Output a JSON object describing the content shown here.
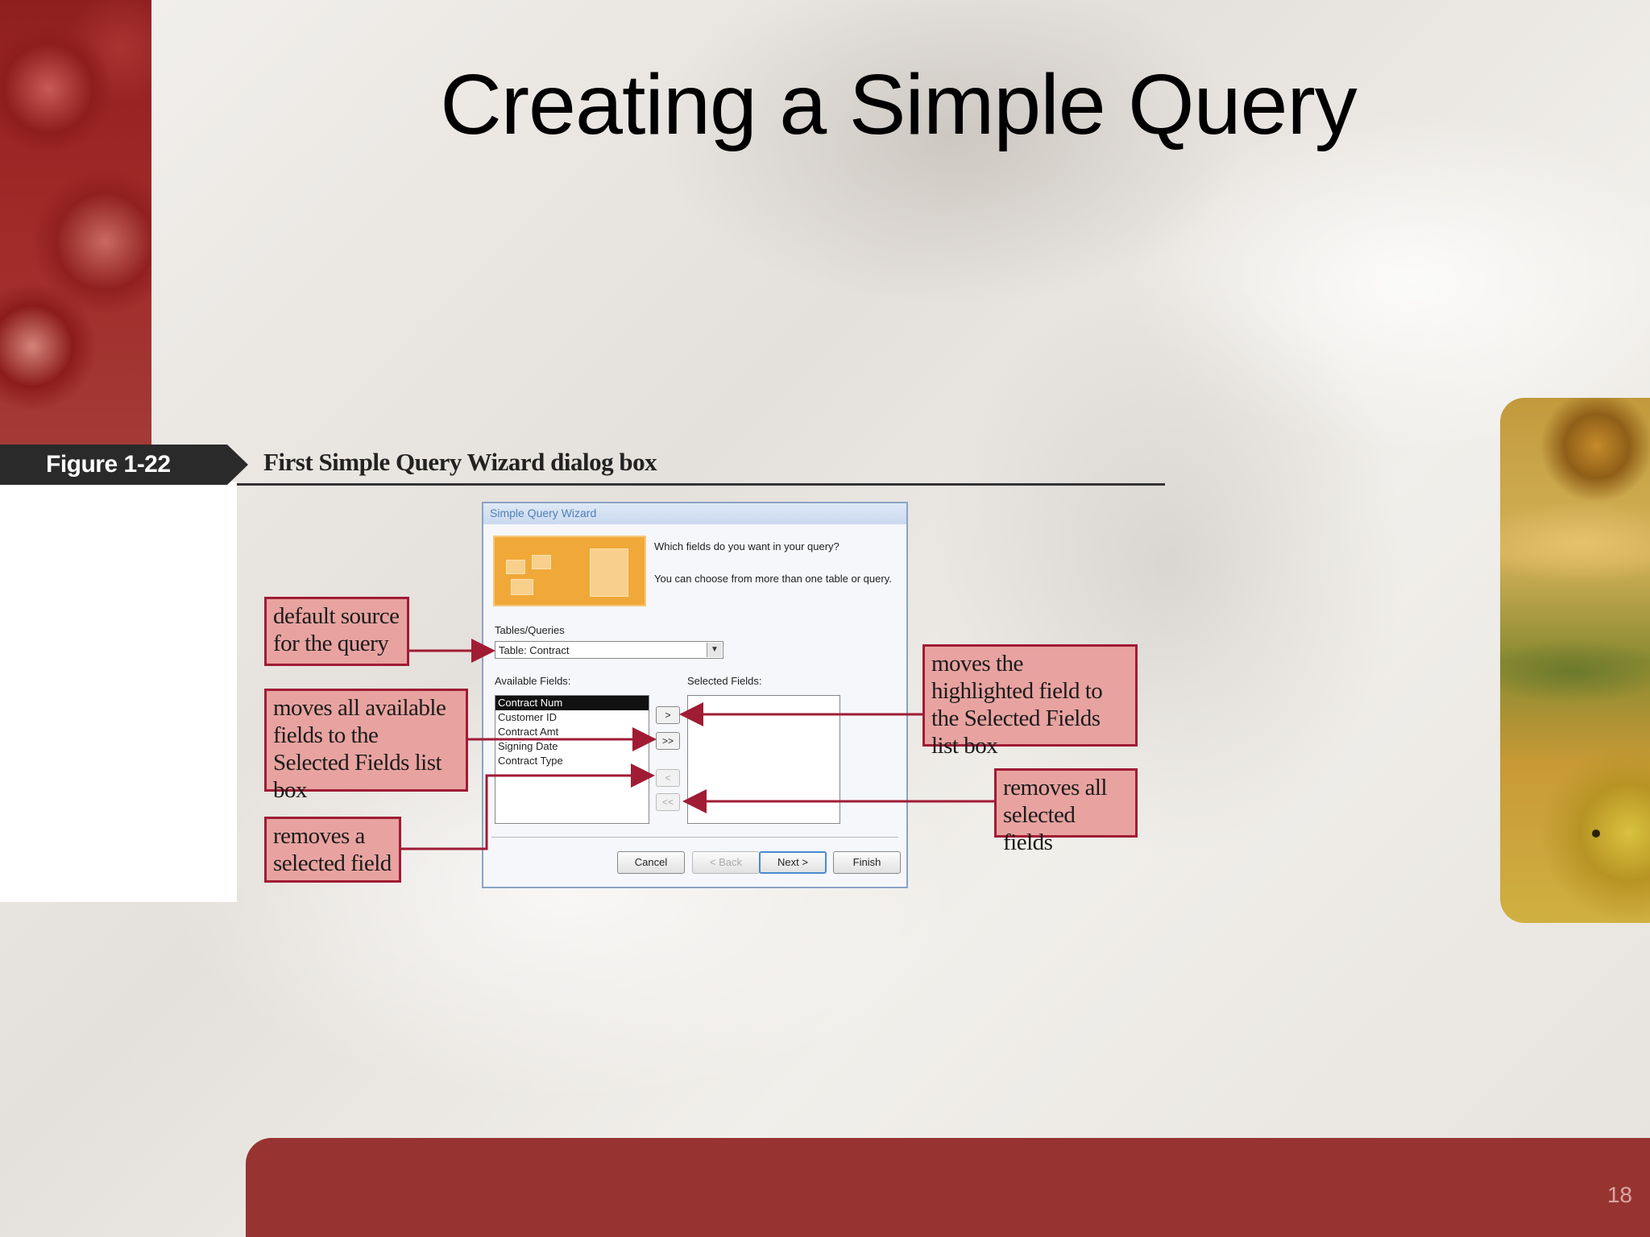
{
  "slide": {
    "title": "Creating a Simple Query",
    "page_number": "18",
    "accent_color": "#973431"
  },
  "figure": {
    "label": "Figure 1-22",
    "caption": "First Simple Query Wizard dialog box"
  },
  "dialog": {
    "title": "Simple Query Wizard",
    "prompt": "Which fields do you want in your query?",
    "hint": "You can choose from more than one table or query.",
    "tables_label": "Tables/Queries",
    "tables_value": "Table: Contract",
    "available_label": "Available Fields:",
    "selected_label": "Selected Fields:",
    "available_fields": [
      "Contract Num",
      "Customer ID",
      "Contract Amt",
      "Signing Date",
      "Contract Type"
    ],
    "selected_fields": [],
    "move_buttons": {
      "add_one": ">",
      "add_all": ">>",
      "remove_one": "<",
      "remove_all": "<<"
    },
    "buttons": {
      "cancel": "Cancel",
      "back": "< Back",
      "next": "Next >",
      "finish": "Finish"
    }
  },
  "callouts": {
    "default_source": "default source for the query",
    "moves_all": "moves all available fields to the Selected Fields list box",
    "removes_one": "removes a selected field",
    "moves_highlighted": "moves the highlighted field to the Selected Fields list box",
    "removes_all": "removes all selected fields"
  }
}
